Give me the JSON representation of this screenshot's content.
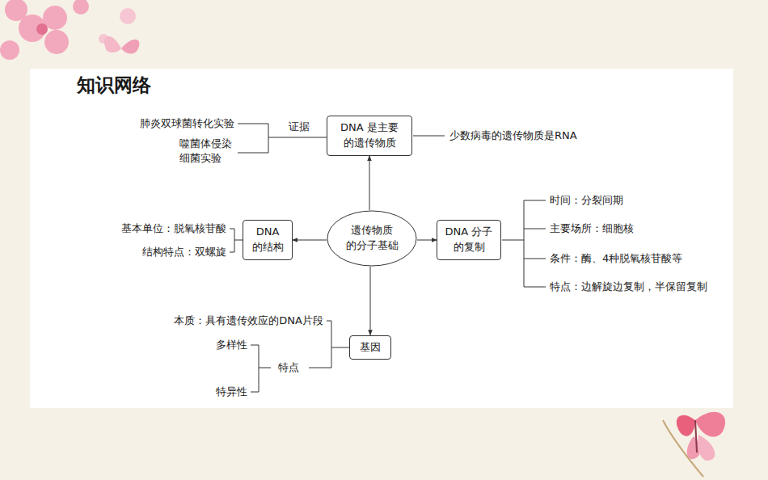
{
  "diagram": {
    "title": "知识网络",
    "nodes": [
      {
        "text": [
          "遗传物质 的分子基础"
        ]
      },
      {
        "text": [
          "DNA 是主要 的遗传物质"
        ]
      },
      {
        "text": [
          "DNA 的结构"
        ]
      },
      {
        "text": [
          "DNA 分子 的复制"
        ]
      },
      {
        "text": [
          "基因"
        ]
      }
    ],
    "edges": [
      {
        "from": 0,
        "to": 1,
        "arrow": "to"
      },
      {
        "from": 0,
        "to": 2,
        "arrow": "to"
      },
      {
        "from": 0,
        "to": 3,
        "arrow": "to"
      },
      {
        "from": 0,
        "to": 4,
        "arrow": "to"
      }
    ],
    "labels": [
      "肺炎双球菌转化实验",
      "噬菌体侵染 细菌实验",
      "证据",
      "少数病毒的遗传物质是RNA",
      "基本单位：脱氧核苷酸",
      "结构特点：双螺旋",
      "时间：分裂间期",
      "主要场所：细胞核",
      "条件：酶、4种脱氧核苷酸等",
      "特点：边解旋边复制，半保留复制",
      "本质：具有遗传效应的DNA片段",
      "多样性",
      "特点",
      "特异性"
    ]
  }
}
